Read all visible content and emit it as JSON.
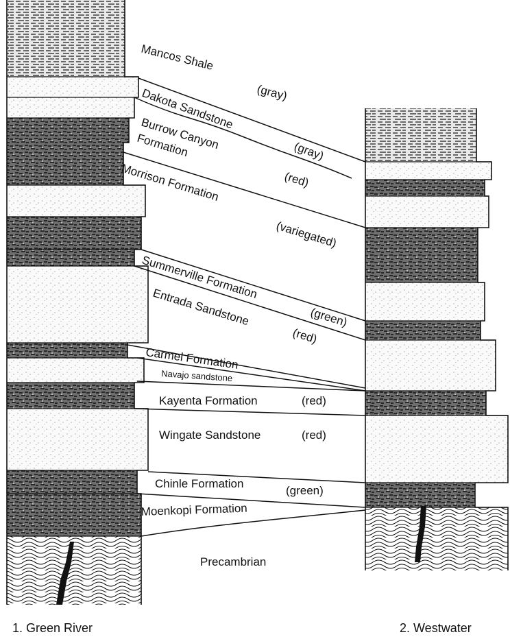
{
  "units": {
    "mancos": {
      "name": "Mancos Shale",
      "color": "(gray)"
    },
    "dakota": {
      "name": "Dakota Sandstone",
      "color": "(gray)"
    },
    "burrow_line1": "Burrow Canyon",
    "burrow_line2": "Formation",
    "burrow_color": "(red)",
    "morrison": {
      "name": "Morrison Formation",
      "color": "(variegated)"
    },
    "summerville": {
      "name": "Summerville Formation",
      "color": "(green)"
    },
    "entrada": {
      "name": "Entrada Sandstone",
      "color": "(red)"
    },
    "carmel": {
      "name": "Carmel Formation"
    },
    "navajo": {
      "name": "Navajo sandstone"
    },
    "kayenta": {
      "name": "Kayenta Formation",
      "color": "(red)"
    },
    "wingate": {
      "name": "Wingate Sandstone",
      "color": "(red)"
    },
    "chinle": {
      "name": "Chinle Formation",
      "color": "(green)"
    },
    "moenkopi": {
      "name": "Moenkopi Formation"
    },
    "precambrian": {
      "name": "Precambrian"
    }
  },
  "columns": {
    "left": "1. Green River",
    "right": "2. Westwater"
  }
}
